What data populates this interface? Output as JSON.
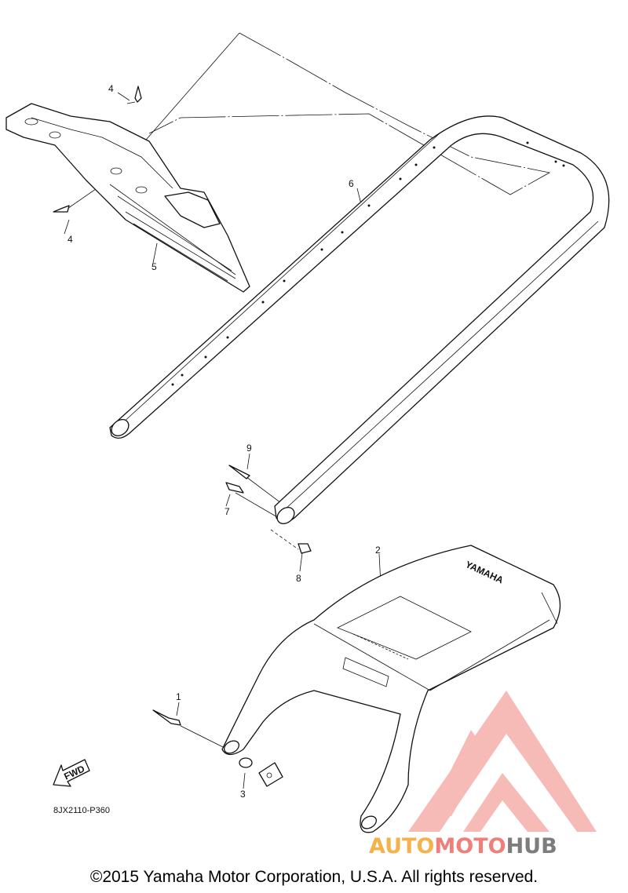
{
  "callouts": [
    "1",
    "2",
    "3",
    "4",
    "4",
    "5",
    "6",
    "7",
    "8",
    "9"
  ],
  "fwd_label": "FWD",
  "diagram_code": "8JX2110-P360",
  "brand_marking": "YAMAHA",
  "copyright": "©2015 Yamaha Motor Corporation, U.S.A. All rights reserved.",
  "watermark": {
    "text_auto": "AUTO",
    "text_moto": "MOTO",
    "text_hub": "HUB",
    "color_primary": "#f07f7a",
    "color_accent": "#f5b24a",
    "color_dark": "#7d7d7d"
  }
}
